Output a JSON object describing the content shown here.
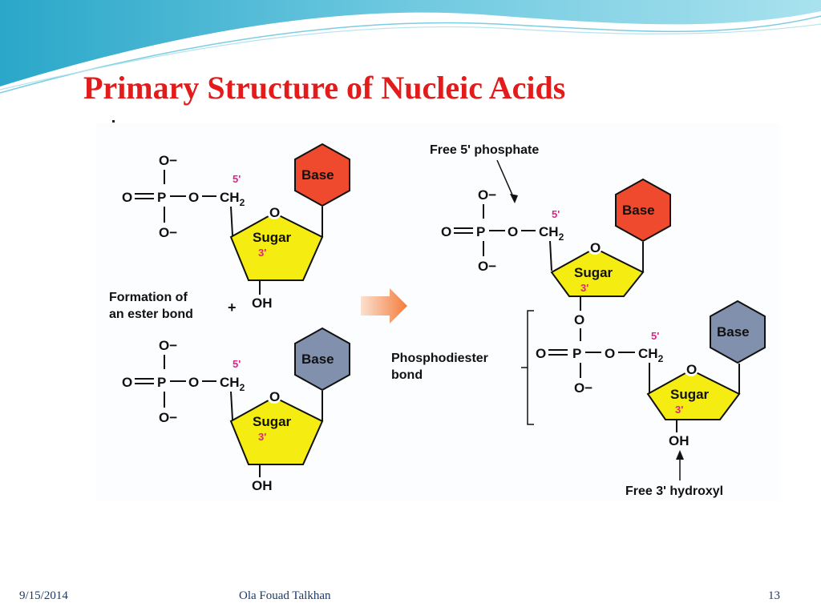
{
  "slide": {
    "title": "Primary Structure of Nucleic Acids",
    "footer": {
      "date": "9/15/2014",
      "author": "Ola Fouad Talkhan",
      "page": "13"
    }
  },
  "diagram": {
    "atoms": {
      "O": "O",
      "O_minus": "O−",
      "P": "P",
      "CH": "CH",
      "sub2": "2",
      "OH": "OH",
      "prime5": "5'",
      "prime3": "3'",
      "plus": "+"
    },
    "labels": {
      "base": "Base",
      "sugar": "Sugar",
      "formation_line1": "Formation of",
      "formation_line2": "an ester bond",
      "free_phosphate": "Free 5' phosphate",
      "phosphodiester_line1": "Phosphodiester",
      "phosphodiester_line2": "bond",
      "free_hydroxyl": "Free 3' hydroxyl"
    },
    "colors": {
      "base_red": "#ef4a2e",
      "base_slate": "#8190ad",
      "sugar_yellow": "#f5ec12",
      "prime_magenta": "#e0218a",
      "arrow_orange": "#f47c3c",
      "title_red": "#e31b1b"
    }
  }
}
